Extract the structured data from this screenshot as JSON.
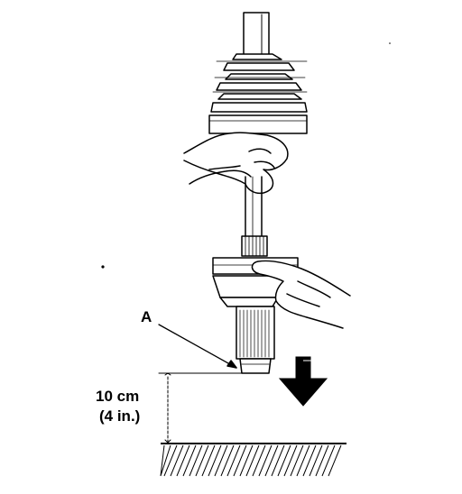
{
  "labels": {
    "part_a": "A",
    "distance_metric": "10 cm",
    "distance_imperial": "(4 in.)"
  },
  "colors": {
    "ink": "#000000",
    "paper": "#ffffff"
  },
  "icons": {
    "drop_direction": "down-arrow-icon"
  }
}
